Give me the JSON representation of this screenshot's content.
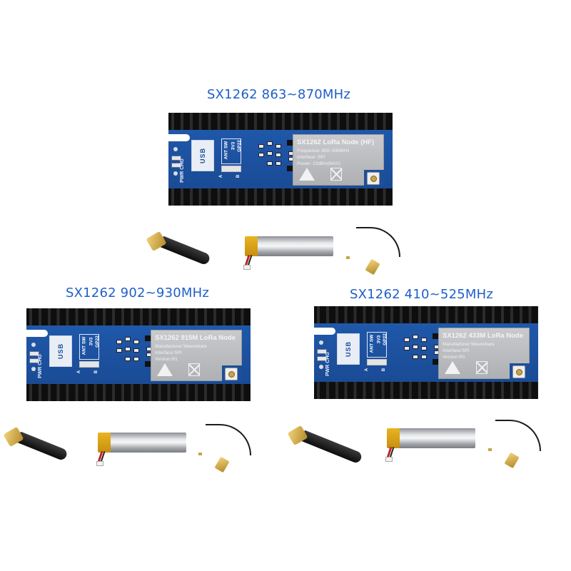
{
  "variants": [
    {
      "title": "SX1262 863~870MHz",
      "module": {
        "name": "SX1262 LoRa Node (HF)",
        "lines": [
          "Frequence: 850~930MHz",
          "Interface: SPI",
          "Power: 22dBm(MAX)"
        ]
      }
    },
    {
      "title": "SX1262 902~930MHz",
      "module": {
        "name": "SX1262 915M LoRa Node",
        "lines": [
          "Manufacturer:Waveshare",
          "Interface:SPI",
          "Version:R1"
        ]
      }
    },
    {
      "title": "SX1262 410~525MHz",
      "module": {
        "name": "SX1262 433M LoRa Node",
        "lines": [
          "Manufacturer:Waveshare",
          "Interface:SPI",
          "Version:R1"
        ]
      }
    }
  ],
  "board_labels": {
    "usb": "USB",
    "pwr_chg": "PWR CHG",
    "ant_sw": "ANT SW",
    "v3v3": "3V3",
    "gp22": "GP22",
    "a": "A",
    "b": "B"
  },
  "accessories": [
    "antenna",
    "lipo-battery",
    "u.fl-to-sma-pigtail"
  ],
  "colors": {
    "title": "#1f5fc8",
    "pcb": "#1d4f9a",
    "shield": "#c0c1c4",
    "header": "#151515"
  }
}
